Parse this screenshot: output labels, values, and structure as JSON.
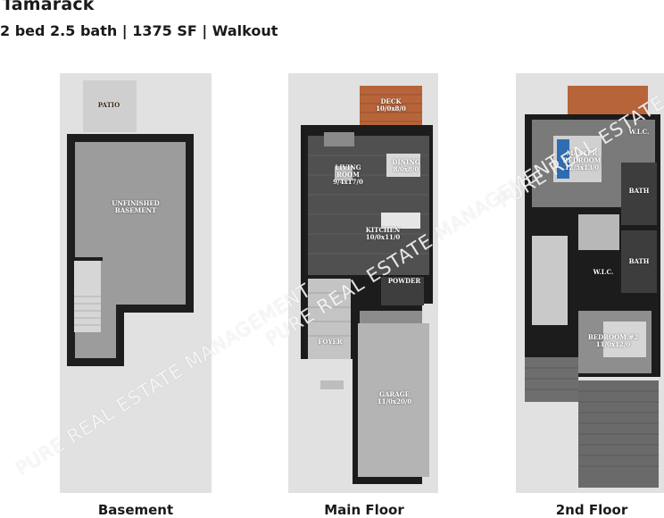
{
  "header": {
    "title": "Tamarack",
    "subtitle": "2 bed 2.5 bath | 1375 SF | Walkout"
  },
  "floors": {
    "basement": {
      "label": "Basement",
      "rooms": {
        "patio": "PATIO",
        "unfinished": "UNFINISHED\nBASEMENT"
      }
    },
    "main": {
      "label": "Main Floor",
      "rooms": {
        "deck": "DECK\n10/0x8/0",
        "dining": "DINING\n8/0x8/0",
        "living": "LIVING\nROOM\n9/4x17/0",
        "kitchen": "KITCHEN\n10/0x11/0",
        "powder": "POWDER",
        "foyer": "FOYER",
        "garage": "GARAGE\n11/0x20/0"
      }
    },
    "second": {
      "label": "2nd Floor",
      "rooms": {
        "wic_top": "W.I.C.",
        "master": "MASTER\nBEDROOM\n12/5x13/0",
        "bath1": "BATH",
        "bath2": "BATH",
        "wic_mid": "W.I.C.",
        "bedroom2": "BEDROOM #2\n11/0x12/0"
      }
    }
  },
  "watermark": "PURE REAL ESTATE MANAGEMENT",
  "colors": {
    "floor_dark": "#4a4a4a",
    "wall": "#1c1c1c",
    "deck": "#b8643a",
    "unfinished": "#999999",
    "brick": "#6e6e6e"
  }
}
